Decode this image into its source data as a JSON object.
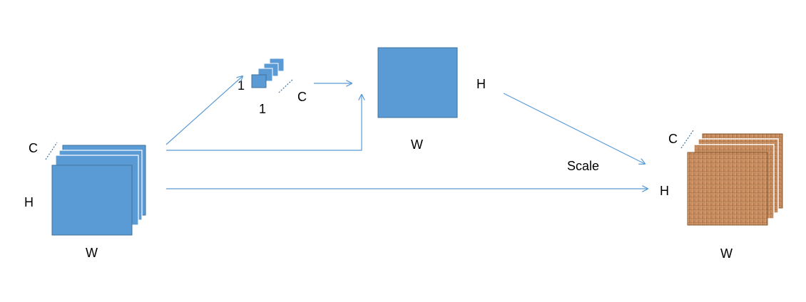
{
  "colors": {
    "block_fill": "#5b9bd5",
    "block_stroke": "#41719c",
    "arrow": "#5b9bd5",
    "texture_base": "#c8895a",
    "texture_dark": "#8a5a32",
    "texture_light": "#e6b88f"
  },
  "input_tensor": {
    "c_label": "C",
    "h_label": "H",
    "w_label": "W"
  },
  "channel_vector": {
    "h_label": "1",
    "w_label": "1",
    "c_label": "C"
  },
  "spatial_map": {
    "h_label": "H",
    "w_label": "W"
  },
  "scale_label": "Scale",
  "output_tensor": {
    "c_label": "C",
    "h_label": "H",
    "w_label": "W"
  }
}
